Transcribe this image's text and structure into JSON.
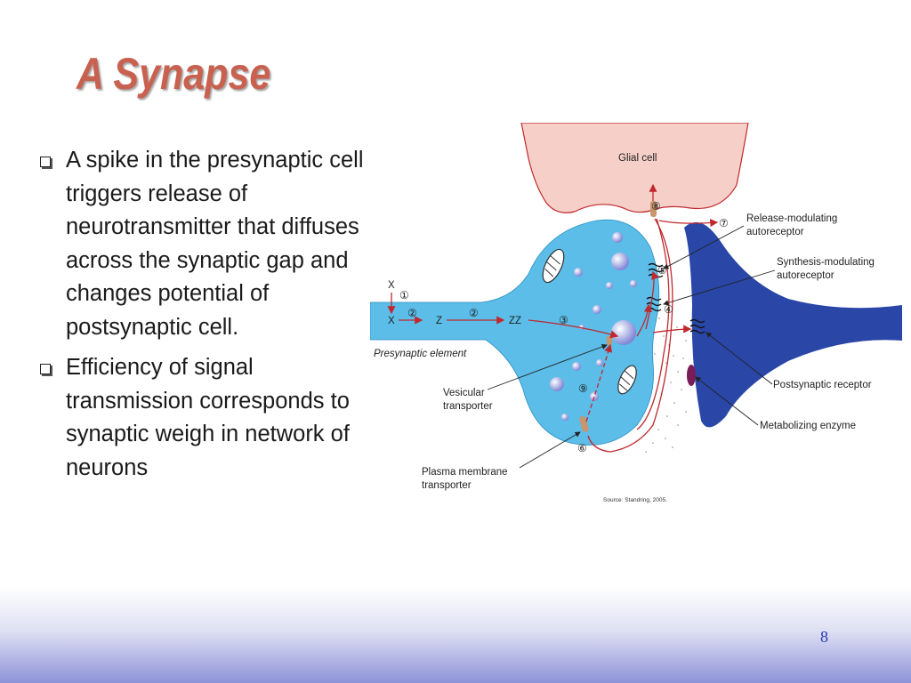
{
  "slide": {
    "title": "A Synapse",
    "bullets": [
      "A spike in the presynaptic cell triggers release of neurotransmitter that diffuses across the synaptic gap and changes potential of postsynaptic cell.",
      "Efficiency of signal transmission corresponds to synaptic weigh in network of neurons"
    ],
    "page_number": "8"
  },
  "diagram": {
    "labels": {
      "glial_cell": "Glial cell",
      "release_modulating": [
        "Release-modulating",
        "autoreceptor"
      ],
      "synthesis_modulating": [
        "Synthesis-modulating",
        "autoreceptor"
      ],
      "postsynaptic_receptor": "Postsynaptic receptor",
      "metabolizing_enzyme": "Metabolizing enzyme",
      "presynaptic_element": "Presynaptic element",
      "vesicular_transporter": [
        "Vesicular",
        "transporter"
      ],
      "plasma_membrane_transporter": [
        "Plasma membrane",
        "transporter"
      ],
      "source": "Source: Standring, 2005."
    },
    "pathway": {
      "x_top": "X",
      "x_mid": "X",
      "z": "Z",
      "zz": "ZZ"
    },
    "step_markers": [
      "①",
      "②",
      "②",
      "③",
      "④",
      "⑤",
      "⑥",
      "⑦",
      "⑧",
      "⑨"
    ],
    "colors": {
      "presynaptic": "#5bbde8",
      "postsynaptic": "#2a47a8",
      "glial": "#f6d0c8",
      "arrow": "#c0282d",
      "title": "#c8614f"
    }
  }
}
